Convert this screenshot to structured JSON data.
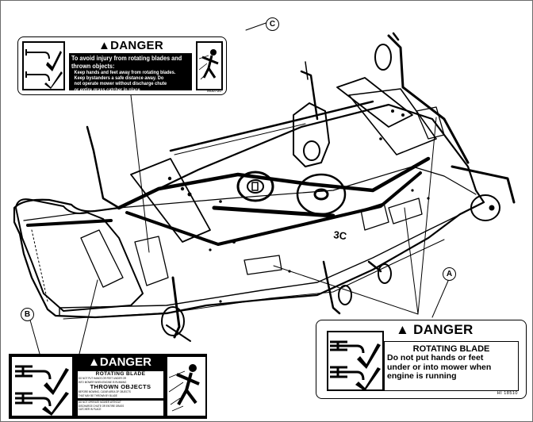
{
  "figure": {
    "subject": "Mower deck with safety label locations",
    "callouts": [
      {
        "id": "A",
        "letter": "A"
      },
      {
        "id": "B",
        "letter": "B"
      },
      {
        "id": "C",
        "letter": "C"
      }
    ],
    "deck_marking": "3C"
  },
  "label_c": {
    "heading": "DANGER",
    "lead": [
      "To avoid injury from rotating blades and",
      "thrown objects:"
    ],
    "lines": [
      "Keep hands and feet away from rotating blades.",
      "Keep bystanders a safe distance away. Do",
      "not operate mower without discharge chute",
      "or entire grass catcher in place."
    ],
    "part_number": "M88780",
    "icons": [
      "hand-foot-blade-icon",
      "thrown-object-person-icon"
    ]
  },
  "label_a": {
    "heading": "DANGER",
    "title": "ROTATING BLADE",
    "lines": [
      "Do not put hands or feet",
      "under or into mower when",
      "engine is running"
    ],
    "part_number": "HI 18510",
    "icons": [
      "hand-foot-blade-icon"
    ]
  },
  "label_b": {
    "heading": "DANGER",
    "section1_title": "ROTATING BLADE",
    "section1_lines": [
      "DO NOT PUT HANDS OR FEET UNDER OR",
      "INTO MOWER WHEN ENGINE IS RUNNING"
    ],
    "section2_title": "THROWN OBJECTS",
    "section2_lines": [
      "BEFORE MOWING, CLEAR AREA OF OBJECTS",
      "THAT MAY BE THROWN BY BLADE"
    ],
    "footer_lines": [
      "DO NOT OPERATE MOWER WITHOUT",
      "DISCHARGE CHUTE OR ENTIRE GRASS",
      "CATCHER IN PLACE"
    ],
    "icons": [
      "hand-foot-blade-icon",
      "thrown-object-person-icon"
    ]
  }
}
